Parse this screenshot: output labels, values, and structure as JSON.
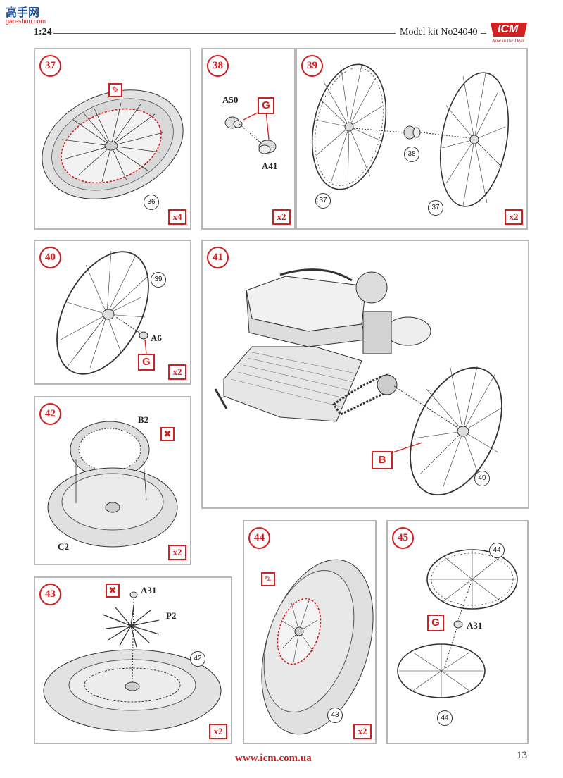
{
  "header": {
    "site_logo": "高手网",
    "site_url": "gao-shou.com",
    "scale": "1:24",
    "model_kit": "Model kit No24040",
    "brand": "ICM",
    "brand_tagline": "Now in the Deal",
    "brand_color": "#d42020"
  },
  "steps": [
    {
      "number": "37",
      "multiplier": "x4",
      "refs": [
        "36"
      ]
    },
    {
      "number": "38",
      "multiplier": "x2",
      "parts": [
        "A50",
        "A41"
      ],
      "glue": "G"
    },
    {
      "number": "39",
      "multiplier": "x2",
      "refs": [
        "38",
        "37",
        "37"
      ]
    },
    {
      "number": "40",
      "multiplier": "x2",
      "refs": [
        "39"
      ],
      "parts": [
        "A6"
      ],
      "glue": "G"
    },
    {
      "number": "41",
      "refs": [
        "40"
      ],
      "glue": "B"
    },
    {
      "number": "42",
      "multiplier": "x2",
      "parts": [
        "B2",
        "C2"
      ]
    },
    {
      "number": "43",
      "multiplier": "x2",
      "refs": [
        "42"
      ],
      "parts": [
        "A31",
        "P2"
      ]
    },
    {
      "number": "44",
      "multiplier": "x2",
      "refs": [
        "43"
      ]
    },
    {
      "number": "45",
      "refs": [
        "44",
        "44"
      ],
      "parts": [
        "A31"
      ],
      "glue": "G"
    }
  ],
  "footer": {
    "url": "www.icm.com.ua",
    "page_number": "13"
  }
}
